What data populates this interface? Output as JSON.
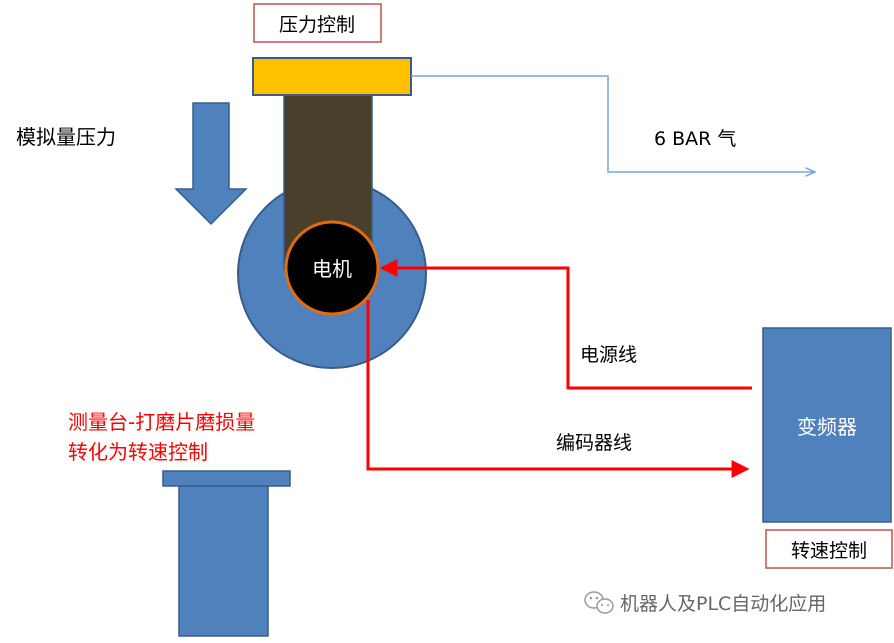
{
  "labels": {
    "pressure_control": "压力控制",
    "analog_pressure": "模拟量压力",
    "air_supply": "6 BAR 气",
    "motor": "电机",
    "power_line": "电源线",
    "encoder_line": "编码器线",
    "inverter": "变频器",
    "speed_control": "转速控制",
    "measure_line1": "测量台-打磨片磨损量",
    "measure_line2": "转化为转速控制",
    "watermark": "机器人及PLC自动化应用"
  },
  "colors": {
    "steel_blue": "#4f81bd",
    "dark_stroke": "#385d8a",
    "gold": "#ffc000",
    "dark_olive": "#4a3f2a",
    "black": "#000000",
    "orange": "#e46c0a",
    "red": "#ff0000",
    "light_blue_line": "#7ea6d6"
  }
}
